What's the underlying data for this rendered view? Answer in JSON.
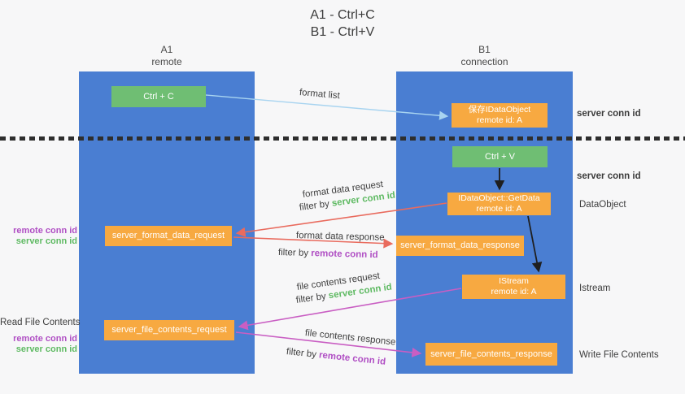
{
  "title": {
    "line1": "A1 - Ctrl+C",
    "line2": "B1 - Ctrl+V"
  },
  "columns": {
    "a1": {
      "name": "A1",
      "subtitle": "remote"
    },
    "b1": {
      "name": "B1",
      "subtitle": "connection"
    }
  },
  "nodes": {
    "ctrl_c": {
      "label": "Ctrl + C"
    },
    "ctrl_v": {
      "label": "Ctrl + V"
    },
    "save_idataobject": {
      "line1": "保存IDataObject",
      "line2": "remote id: A"
    },
    "getdata": {
      "line1": "IDataObject::GetData",
      "line2": "remote id: A"
    },
    "istream": {
      "line1": "IStream",
      "line2": "remote id: A"
    },
    "format_request": {
      "label": "server_format_data_request"
    },
    "format_response": {
      "label": "server_format_data_response"
    },
    "file_request": {
      "label": "server_file_contents_request"
    },
    "file_response": {
      "label": "server_file_contents_response"
    }
  },
  "arrow_labels": {
    "format_list": "format list",
    "format_data_request": "format data request",
    "format_data_response": "format data response",
    "file_contents_request": "file contents request",
    "file_contents_response": "file contents response",
    "filter_by": "filter by",
    "server_conn_id": "server conn id",
    "remote_conn_id": "remote conn id"
  },
  "side_labels": {
    "server_conn_id_top": "server conn id",
    "server_conn_id_mid": "server conn id",
    "dataobject": "DataObject",
    "istream": "Istream",
    "write_file_contents": "Write File Contents",
    "read_file_contents": "Read File Contents",
    "remote_conn_id": "remote conn id",
    "server_conn_id": "server conn id"
  },
  "colors": {
    "column_blue": "#4a7ed2",
    "box_green": "#6fbe73",
    "box_orange": "#f7a941",
    "arrow_red": "#e96b5e",
    "arrow_magenta": "#c95ec3",
    "arrow_lightblue": "#a8d4f0",
    "text_green": "#5fba63",
    "text_purple": "#b04fc4"
  }
}
